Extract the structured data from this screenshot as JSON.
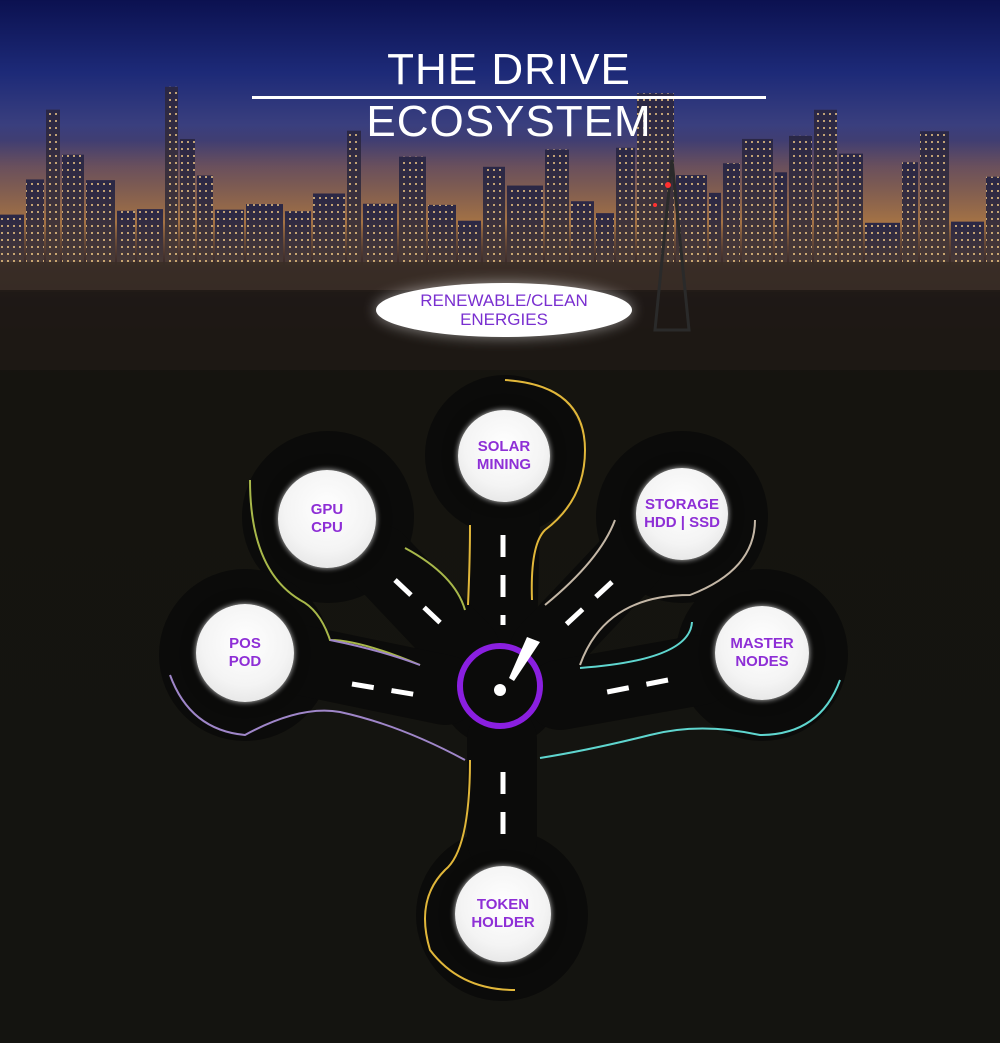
{
  "title": "THE DRIVE ECOSYSTEM",
  "source": {
    "line1": "RENEWABLE/CLEAN",
    "line2": "ENERGIES"
  },
  "hub": {
    "ring_color": "#8a1fe0"
  },
  "nodes": [
    {
      "id": "solar",
      "line1": "SOLAR",
      "line2": "MINING",
      "road_color": "#e1b73a"
    },
    {
      "id": "gpu",
      "line1": "GPU",
      "line2": "CPU",
      "road_color": "#a8b84a"
    },
    {
      "id": "storage",
      "line1": "STORAGE",
      "line2": "HDD | SSD",
      "road_color": "#c4b7a6"
    },
    {
      "id": "pos",
      "line1": "POS",
      "line2": "POD",
      "road_color": "#9f86c9"
    },
    {
      "id": "master",
      "line1": "MASTER",
      "line2": "NODES",
      "road_color": "#5fd6cf"
    },
    {
      "id": "token",
      "line1": "TOKEN",
      "line2": "HOLDER",
      "road_color": "#e1b73a"
    }
  ],
  "colors": {
    "node_text": "#8e2fd6",
    "sky_top": "#0b1150",
    "ground": "#141410"
  }
}
